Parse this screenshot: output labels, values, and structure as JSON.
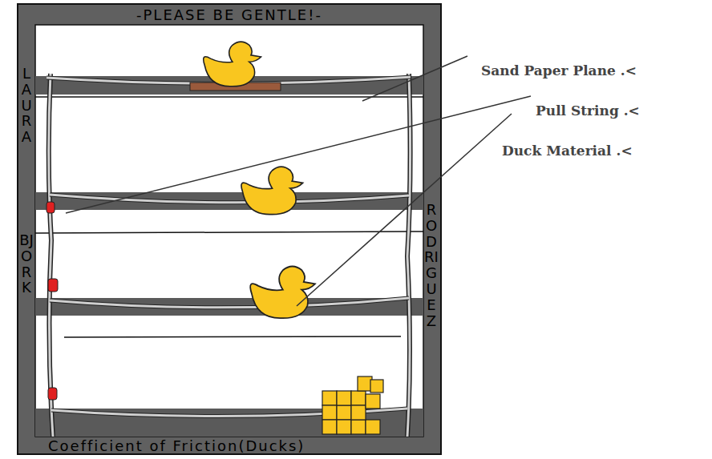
{
  "diagram": {
    "title": "-PLEASE BE GENTLE!-",
    "caption": "Coefficient of Friction(Ducks)",
    "labels": [
      "Sand Paper Plane .<",
      "Pull String .<",
      "Duck Material .<",
      "LAURA",
      "BJORK",
      "RODRIGUEZ"
    ]
  }
}
